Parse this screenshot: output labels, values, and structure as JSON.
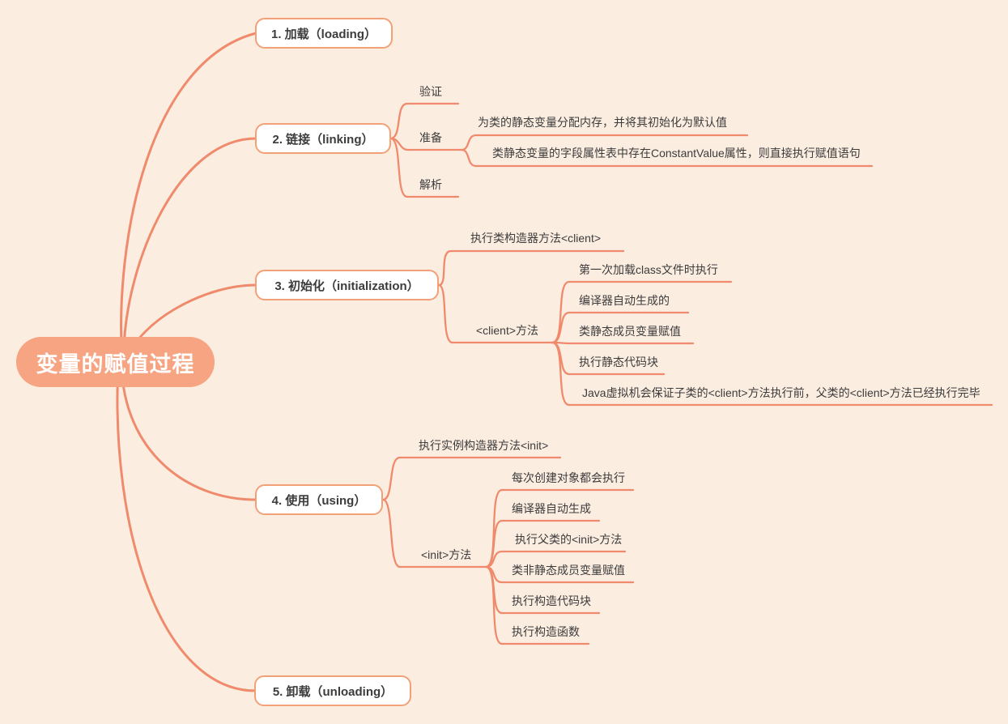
{
  "title": "变量的赋值过程",
  "colors": {
    "background": "#FCEDE1",
    "connector_line": "#EF8B6C",
    "topic_border": "#F2A176",
    "topic_background": "#FFFFFF",
    "root_background": "#F6A482",
    "root_text": "#FFFFFF",
    "text": "#3C3C3C"
  },
  "branches": {
    "loading": {
      "label": "1. 加载（loading）"
    },
    "linking": {
      "label": "2. 链接（linking）",
      "verify": "验证",
      "prepare": "准备",
      "prepare_children": [
        "为类的静态变量分配内存，并将其初始化为默认值",
        "类静态变量的字段属性表中存在ConstantValue属性，则直接执行赋值语句"
      ],
      "resolve": "解析"
    },
    "initialization": {
      "label": "3. 初始化（initialization）",
      "exec_clinit": "执行类构造器方法<client>",
      "clinit_method": "<client>方法",
      "clinit_children": [
        "第一次加载class文件时执行",
        "编译器自动生成的",
        "类静态成员变量赋值",
        "执行静态代码块",
        "Java虚拟机会保证子类的<client>方法执行前，父类的<client>方法已经执行完毕"
      ]
    },
    "using": {
      "label": "4. 使用（using）",
      "exec_init": "执行实例构造器方法<init>",
      "init_method": "<init>方法",
      "init_children": [
        "每次创建对象都会执行",
        "编译器自动生成",
        "执行父类的<init>方法",
        "类非静态成员变量赋值",
        "执行构造代码块",
        "执行构造函数"
      ]
    },
    "unloading": {
      "label": "5. 卸载（unloading）"
    }
  }
}
